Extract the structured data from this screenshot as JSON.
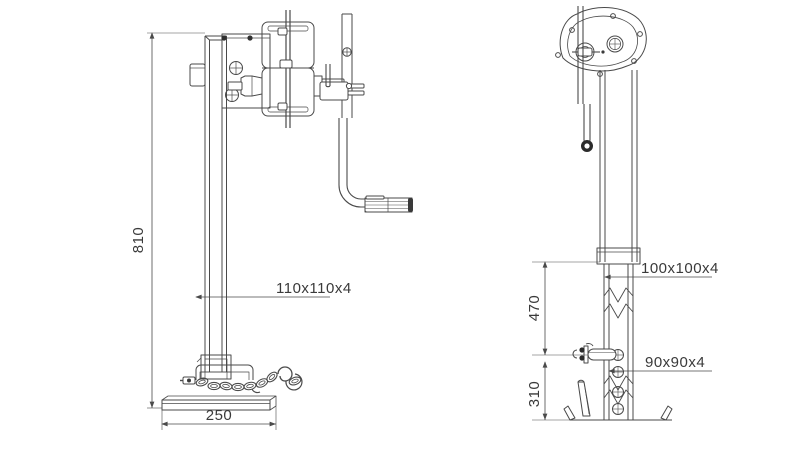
{
  "drawing": {
    "title": "Trailer jack leg technical drawing",
    "background_color": "#ffffff",
    "line_color": "#4a4a4a",
    "text_color": "#3a3a3a",
    "views": [
      {
        "name": "front-view",
        "label": ""
      },
      {
        "name": "side-view",
        "label": ""
      }
    ]
  },
  "dimensions": {
    "overall_height": "810",
    "base_plate_width": "250",
    "outer_tube_profile": "110x110x4",
    "side_outer_tube_profile": "100x100x4",
    "side_inner_tube_profile": "90x90x4",
    "upper_travel": "470",
    "lower_travel": "310"
  },
  "annotations": {
    "height_label": "810",
    "width_label": "250",
    "profile_main": "110x110x4",
    "profile_outer": "100x100x4",
    "profile_inner": "90x90x4",
    "travel_upper": "470",
    "travel_lower": "310"
  },
  "components": {
    "gearbox": "gearbox-housing",
    "crank_handle": "crank-handle",
    "base_plate": "base-plate",
    "chain": "safety-chain",
    "adjustment_holes": "adjustment-hole",
    "locking_pin": "locking-pin",
    "break_line": "break-line"
  }
}
